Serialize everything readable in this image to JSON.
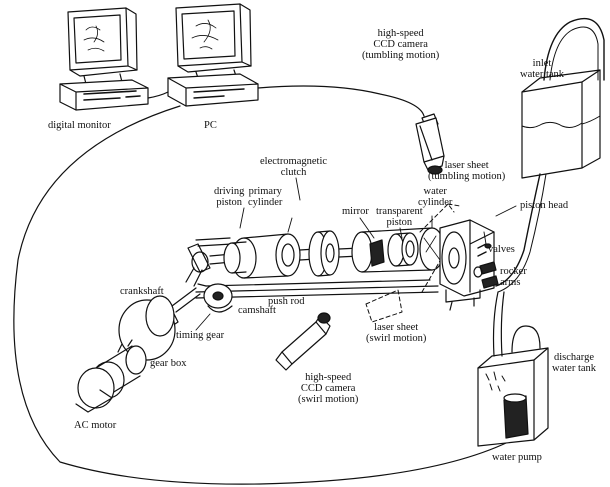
{
  "colors": {
    "ink": "#111111",
    "paper": "#ffffff",
    "water": "#ffffff"
  },
  "labels": {
    "digital_monitor": "digital monitor",
    "pc": "PC",
    "ccd_tumbling": [
      "high-speed",
      "CCD camera",
      "(tumbling motion)"
    ],
    "inlet_tank": [
      "inlet",
      "water tank"
    ],
    "em_clutch": [
      "electromagnetic",
      "clutch"
    ],
    "primary_cylinder": [
      "primary",
      "cylinder"
    ],
    "driving_piston": [
      "driving",
      "piston"
    ],
    "laser_tumbling": [
      "laser sheet",
      "(tumbling motion)"
    ],
    "water_cylinder": [
      "water",
      "cylinder"
    ],
    "mirror": "mirror",
    "transparent_piston": [
      "transparent",
      "piston"
    ],
    "piston_head": "piston head",
    "valves": "valves",
    "rocker_arms": [
      "rocker",
      "arms"
    ],
    "crankshaft": "crankshaft",
    "camshaft": "camshaft",
    "push_rod": "push rod",
    "timing_gear": "timing gear",
    "laser_swirl": [
      "laser sheet",
      "(swirl motion)"
    ],
    "gear_box": "gear box",
    "ccd_swirl": [
      "high-speed",
      "CCD camera",
      "(swirl motion)"
    ],
    "discharge_tank": [
      "discharge",
      "water tank"
    ],
    "ac_motor": "AC motor",
    "water_pump": "water pump"
  }
}
